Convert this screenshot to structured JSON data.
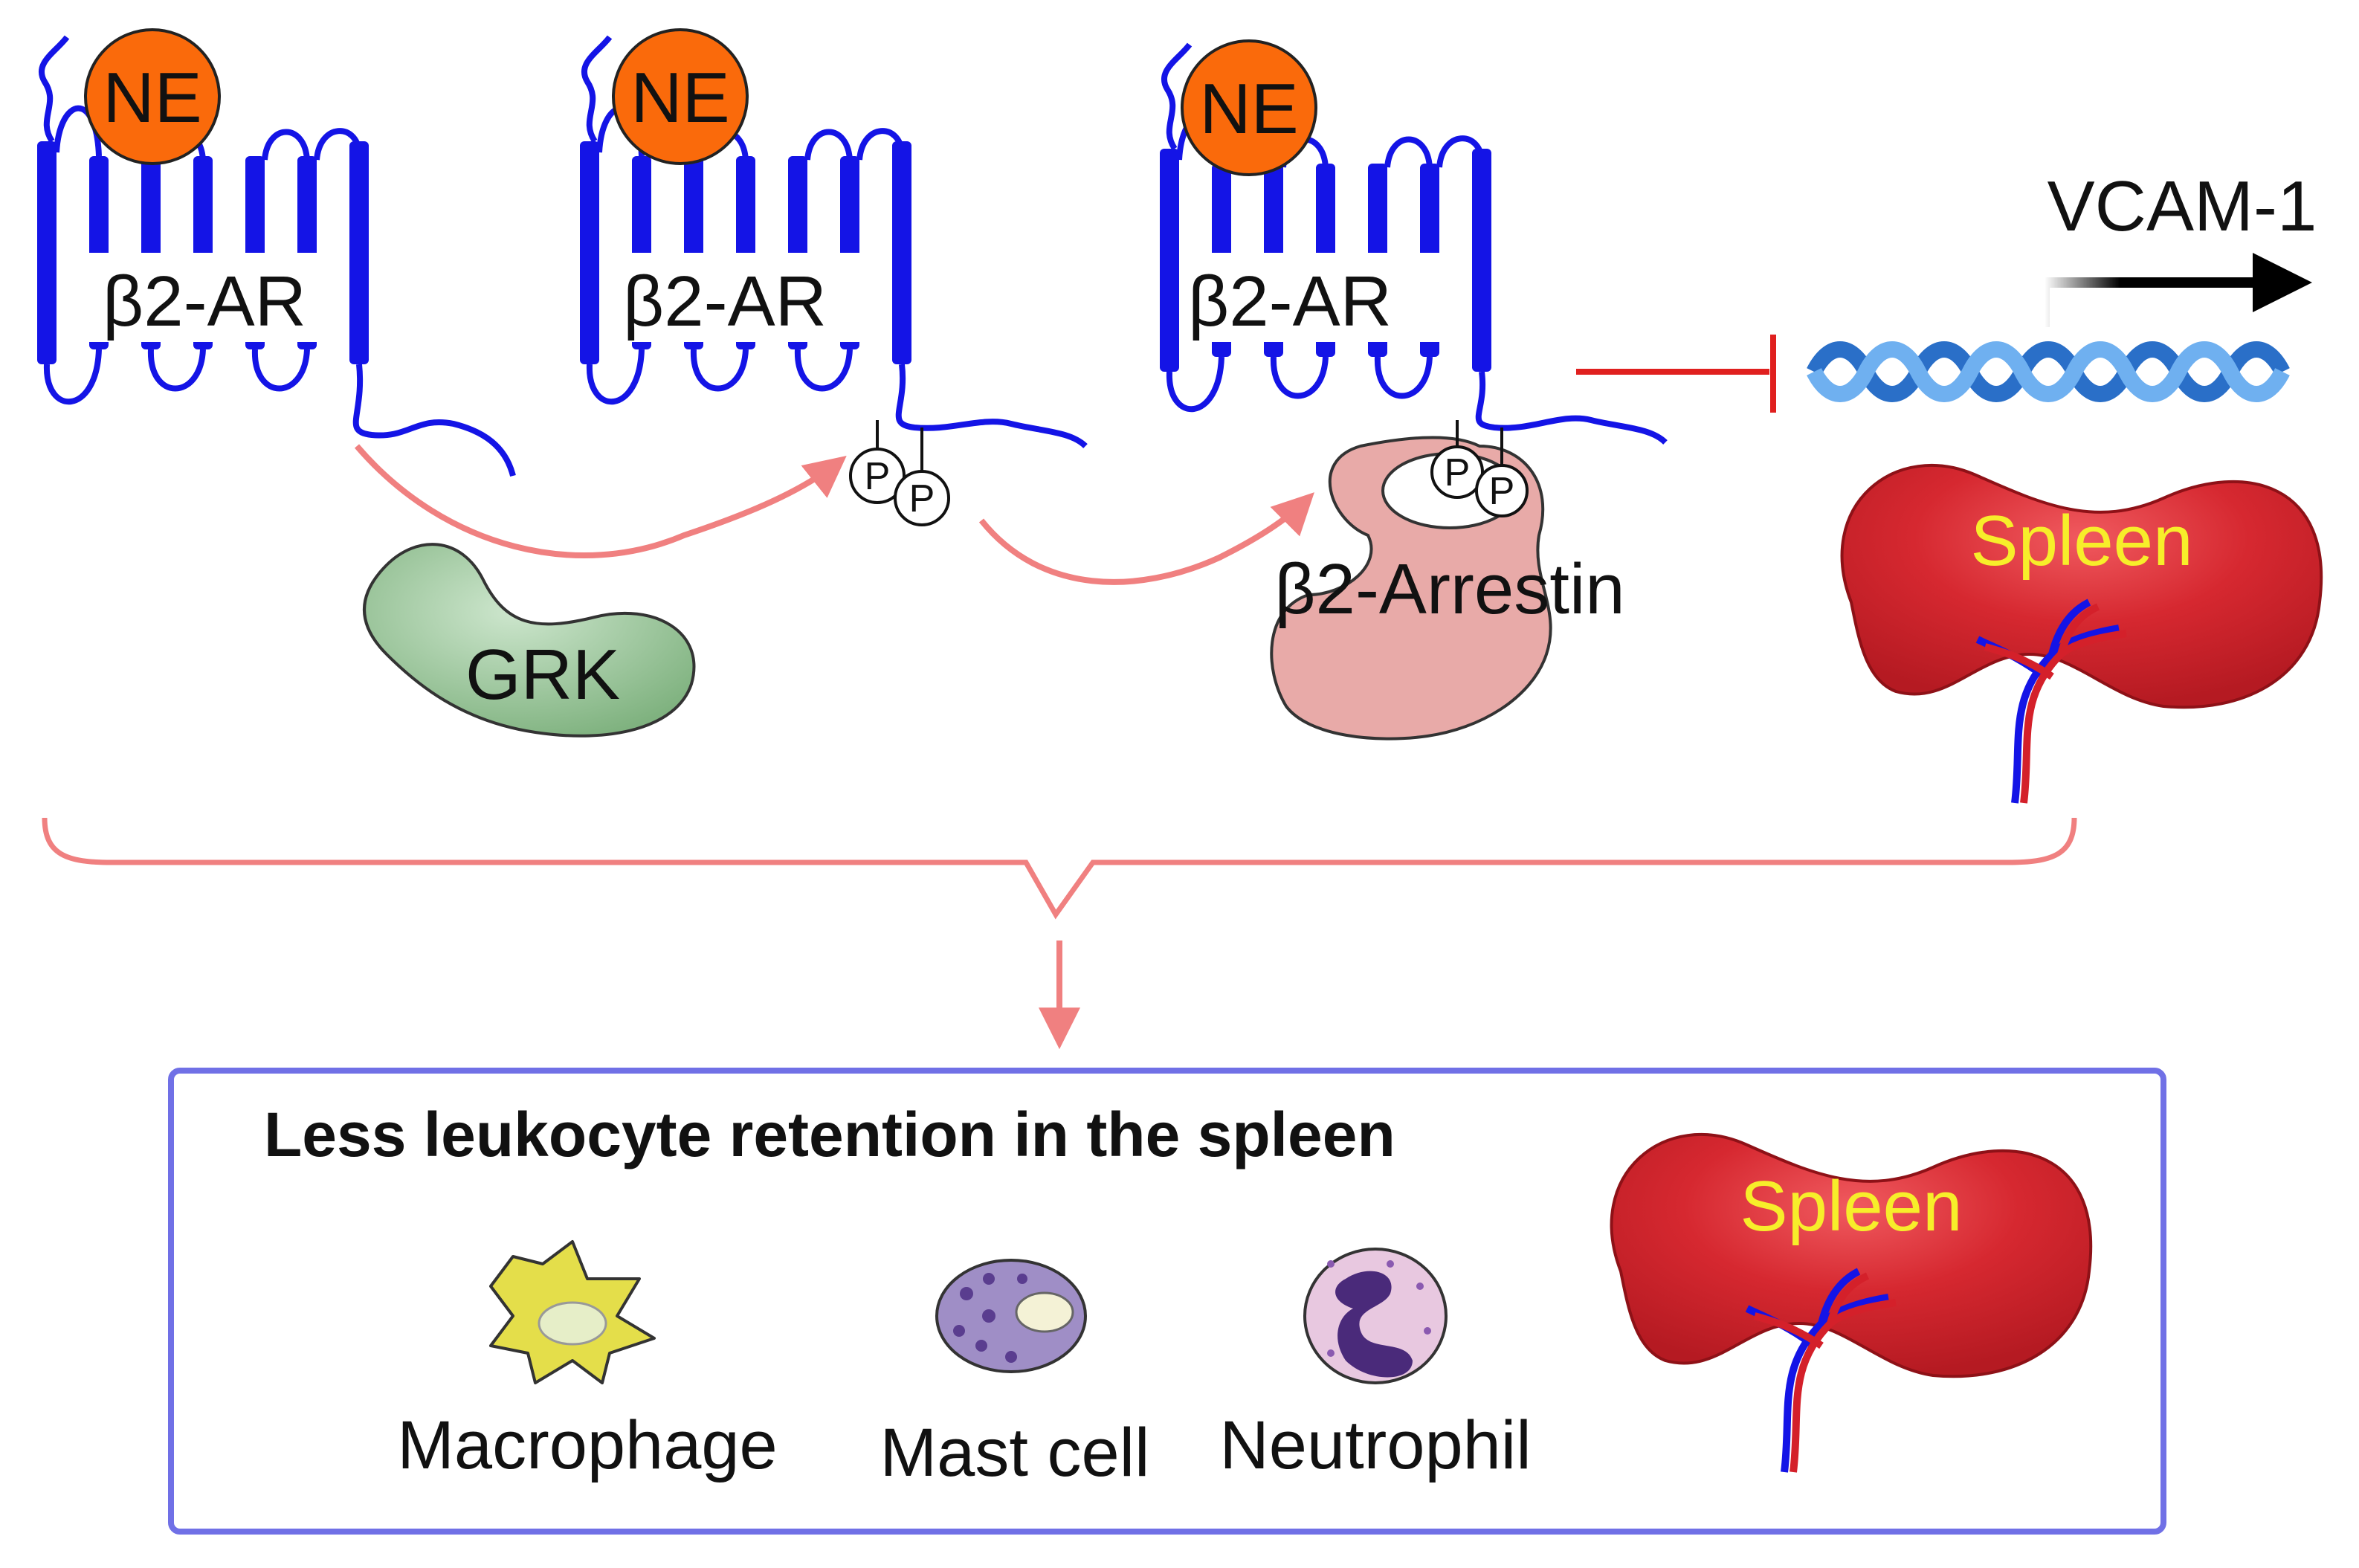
{
  "colors": {
    "receptor": "#1414e6",
    "ne_fill": "#fa6a0b",
    "arrow_pink": "#f08080",
    "inhibit_red": "#e0201f",
    "grk_fill": "#8fc08f",
    "arrestin_fill": "#e8aaa8",
    "spleen_fill": "#d62830",
    "dna_blue": "#3f8fe0",
    "box_border": "#7070e6",
    "macrophage_fill": "#e4de4a",
    "mast_fill": "#9f8ec6",
    "neutrophil_fill": "#e8c8e0"
  },
  "receptors": [
    {
      "ligand": "NE",
      "label": "β2-AR"
    },
    {
      "ligand": "NE",
      "label": "β2-AR"
    },
    {
      "ligand": "NE",
      "label": "β2-AR"
    }
  ],
  "phospho": [
    "P",
    "P",
    "P",
    "P"
  ],
  "grk": {
    "label": "GRK"
  },
  "arrestin": {
    "label": "β2-Arrestin"
  },
  "gene": {
    "label": "VCAM-1"
  },
  "spleen_top": {
    "label": "Spleen"
  },
  "outcome": {
    "title": "Less leukocyte retention in the spleen",
    "spleen_label": "Spleen",
    "cells": [
      {
        "name": "Macrophage"
      },
      {
        "name": "Mast cell"
      },
      {
        "name": "Neutrophil"
      }
    ]
  }
}
